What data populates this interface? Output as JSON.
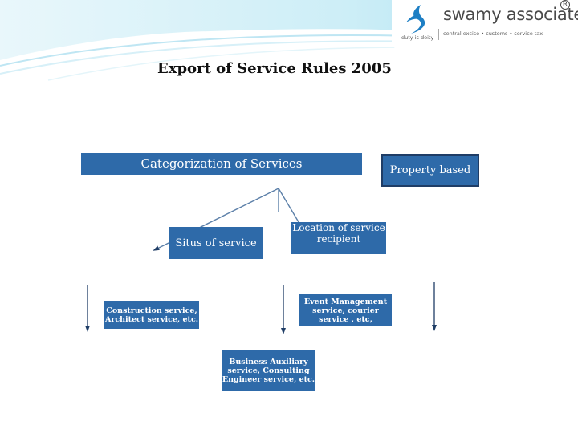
{
  "header": {
    "brand_name": "swamy associates",
    "registered_mark": "R",
    "motto": "duty is deity",
    "tagline": "central excise • customs • service tax",
    "colors": {
      "brand_blue": "#1e7fc4",
      "swoosh": "#bfe6f3",
      "logo_text": "#4a4a4a"
    }
  },
  "slide": {
    "title": "Export of Service Rules 2005"
  },
  "diagram": {
    "box_color": "#2e6aa9",
    "root": "Categorization of Services",
    "property": "Property based",
    "situs": "Situs of service",
    "location": "Location of service recipient",
    "construction": "Construction service, Architect service, etc.",
    "event": "Event Management service, courier service , etc,",
    "business": "Business Auxiliary service, Consulting Engineer service, etc."
  }
}
